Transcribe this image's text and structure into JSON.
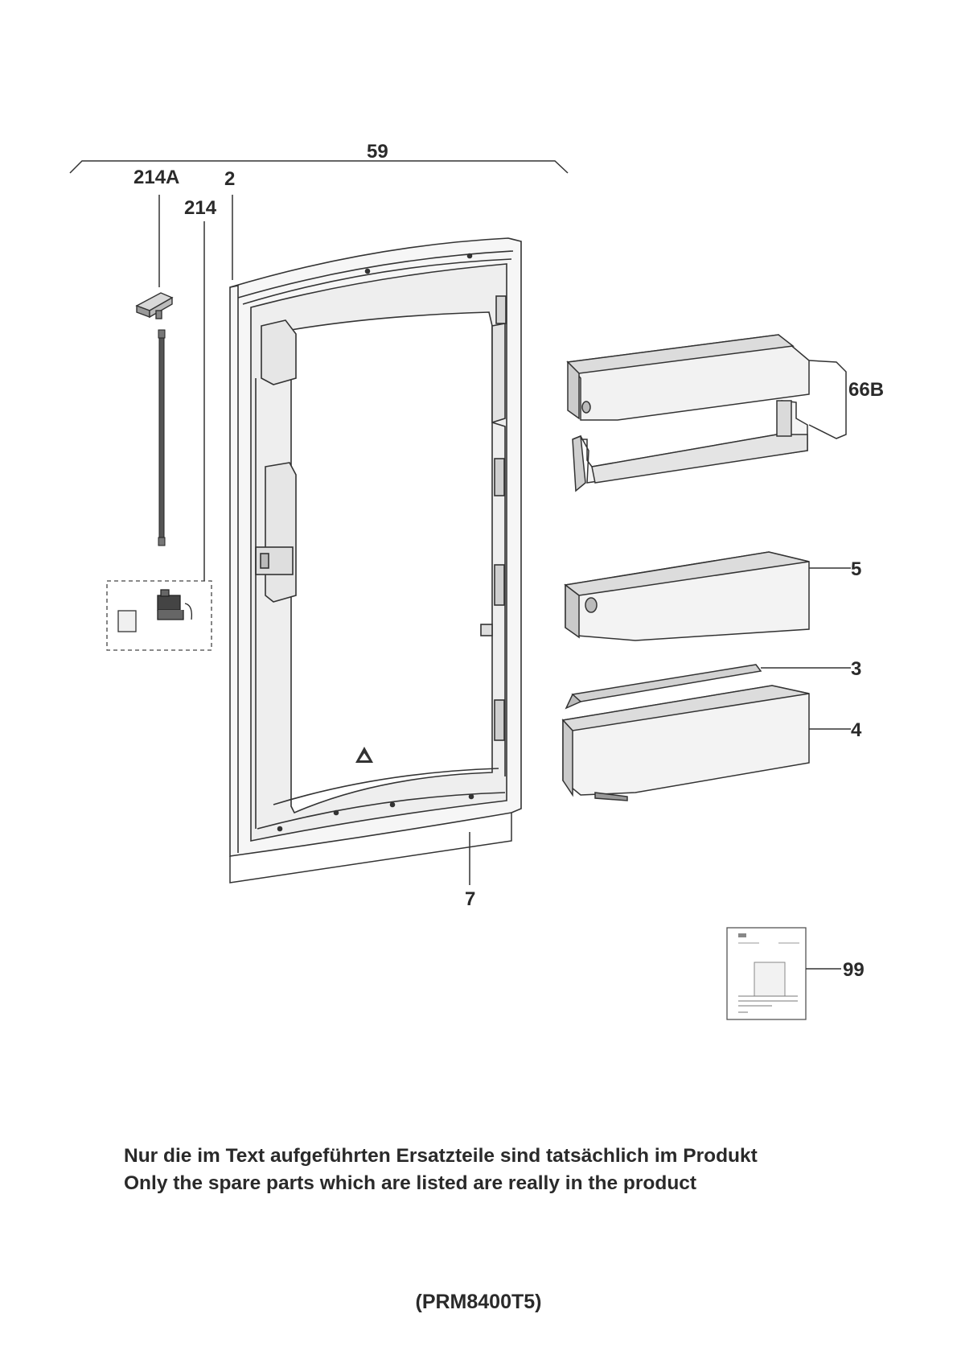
{
  "callouts": {
    "c59": "59",
    "c214A": "214A",
    "c2": "2",
    "c214": "214",
    "c66B": "66B",
    "c5": "5",
    "c3": "3",
    "c4": "4",
    "c7": "7",
    "c99": "99"
  },
  "footer": {
    "note_de": "Nur die im Text aufgeführten Ersatzteile sind tatsächlich im Produkt",
    "note_en": "Only the spare parts which are listed are really in the product",
    "model": "(PRM8400T5)"
  }
}
